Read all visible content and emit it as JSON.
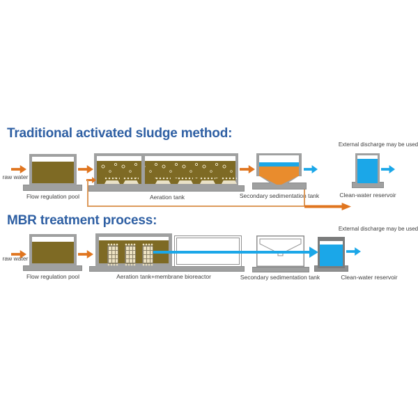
{
  "process1": {
    "title": "Traditional activated sludge method:",
    "raw_water": "raw water",
    "external_note": "External discharge may be used",
    "labels": {
      "pool": "Flow regulation pool",
      "aeration": "Aeration tank",
      "sedimentation": "Secondary sedimentation tank",
      "reservoir": "Clean-water reservoir"
    }
  },
  "process2": {
    "title": "MBR treatment process:",
    "raw_water": "raw water",
    "external_note": "External discharge may be used",
    "labels": {
      "pool": "Flow regulation pool",
      "aeration": "Aeration tank+membrane bioreactor",
      "sedimentation": "Secondary sedimentation tank",
      "reservoir": "Clean-water reservoir"
    }
  },
  "colors": {
    "title_blue": "#2E5FA3",
    "label_gray": "#3E3E3E",
    "tank_gray": "#9FA0A0",
    "water_brown": "#7E6A24",
    "sludge_orange": "#E98C2D",
    "clean_water_blue": "#1BA7E8",
    "arrow_orange": "#E0751F",
    "return_line_orange": "#DD9A5B",
    "ghost_outline_gray": "#8F8F8F",
    "membrane_cream": "#EDE2C2"
  }
}
